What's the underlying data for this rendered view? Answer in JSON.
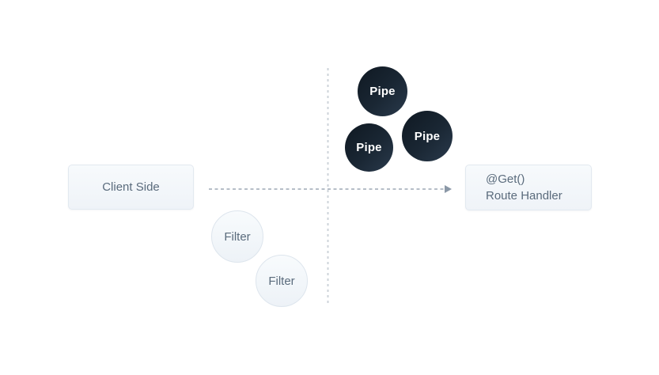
{
  "diagram": {
    "client": {
      "label": "Client Side"
    },
    "route_handler": {
      "line1": "@Get()",
      "line2": "Route Handler"
    },
    "pipes": [
      {
        "label": "Pipe"
      },
      {
        "label": "Pipe"
      },
      {
        "label": "Pipe"
      }
    ],
    "filters": [
      {
        "label": "Filter"
      },
      {
        "label": "Filter"
      }
    ]
  },
  "colors": {
    "canvas-bg": "#ffffff",
    "node-fill-top": "#f7fafc",
    "node-fill-bottom": "#eff3f8",
    "node-border": "#e2e9f0",
    "node-text": "#5a6b7c",
    "pipe-fill-top": "#111b25",
    "pipe-fill-bottom": "#2a3a4c",
    "pipe-text": "#ffffff",
    "arrow-color": "#8b98a7",
    "divider-color": "#cdd3d9"
  }
}
